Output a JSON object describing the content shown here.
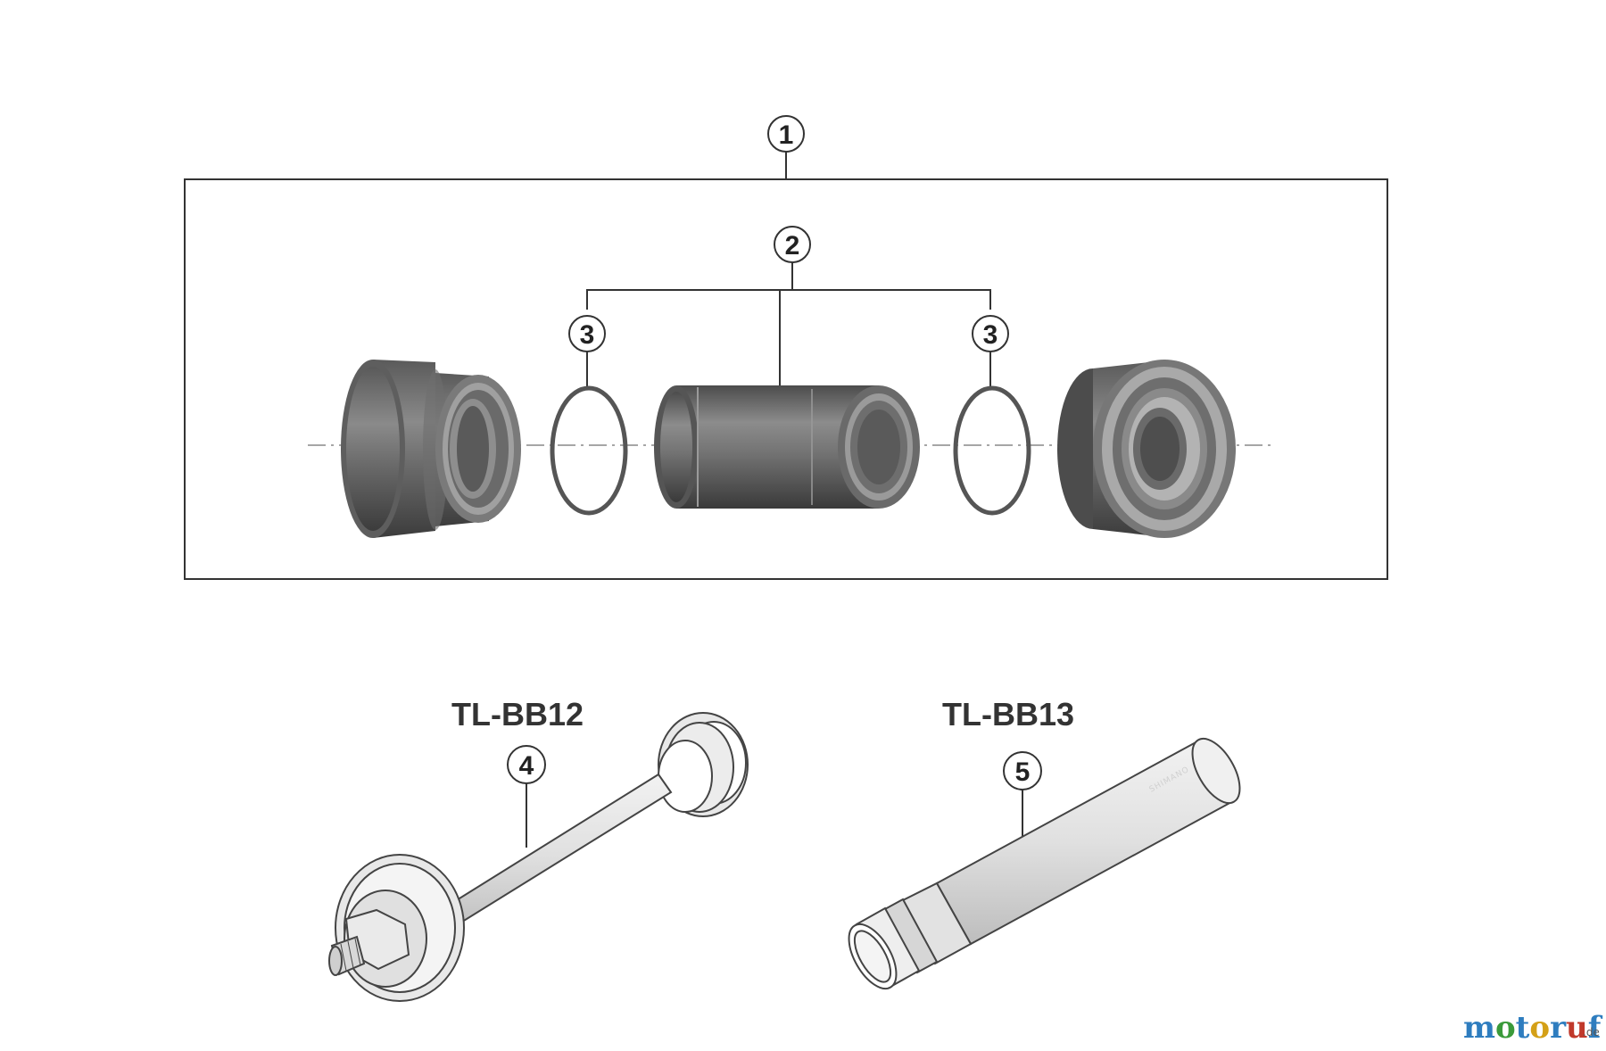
{
  "callouts": {
    "kit": "1",
    "sleeve": "2",
    "ring_left": "3",
    "ring_right": "3",
    "tool_bb12": "4",
    "tool_bb13": "5"
  },
  "tools": {
    "bb12_label": "TL-BB12",
    "bb13_label": "TL-BB13",
    "bb13_engraving": "SHIMANO"
  },
  "watermark": {
    "text": "motoruf",
    "suffix": ".de"
  },
  "colors": {
    "cup_dark": "#4a4a4a",
    "cup_mid": "#7a7a7a",
    "cup_light": "#a8a8a8",
    "tool_light": "#e6e6e6",
    "line": "#333333"
  }
}
